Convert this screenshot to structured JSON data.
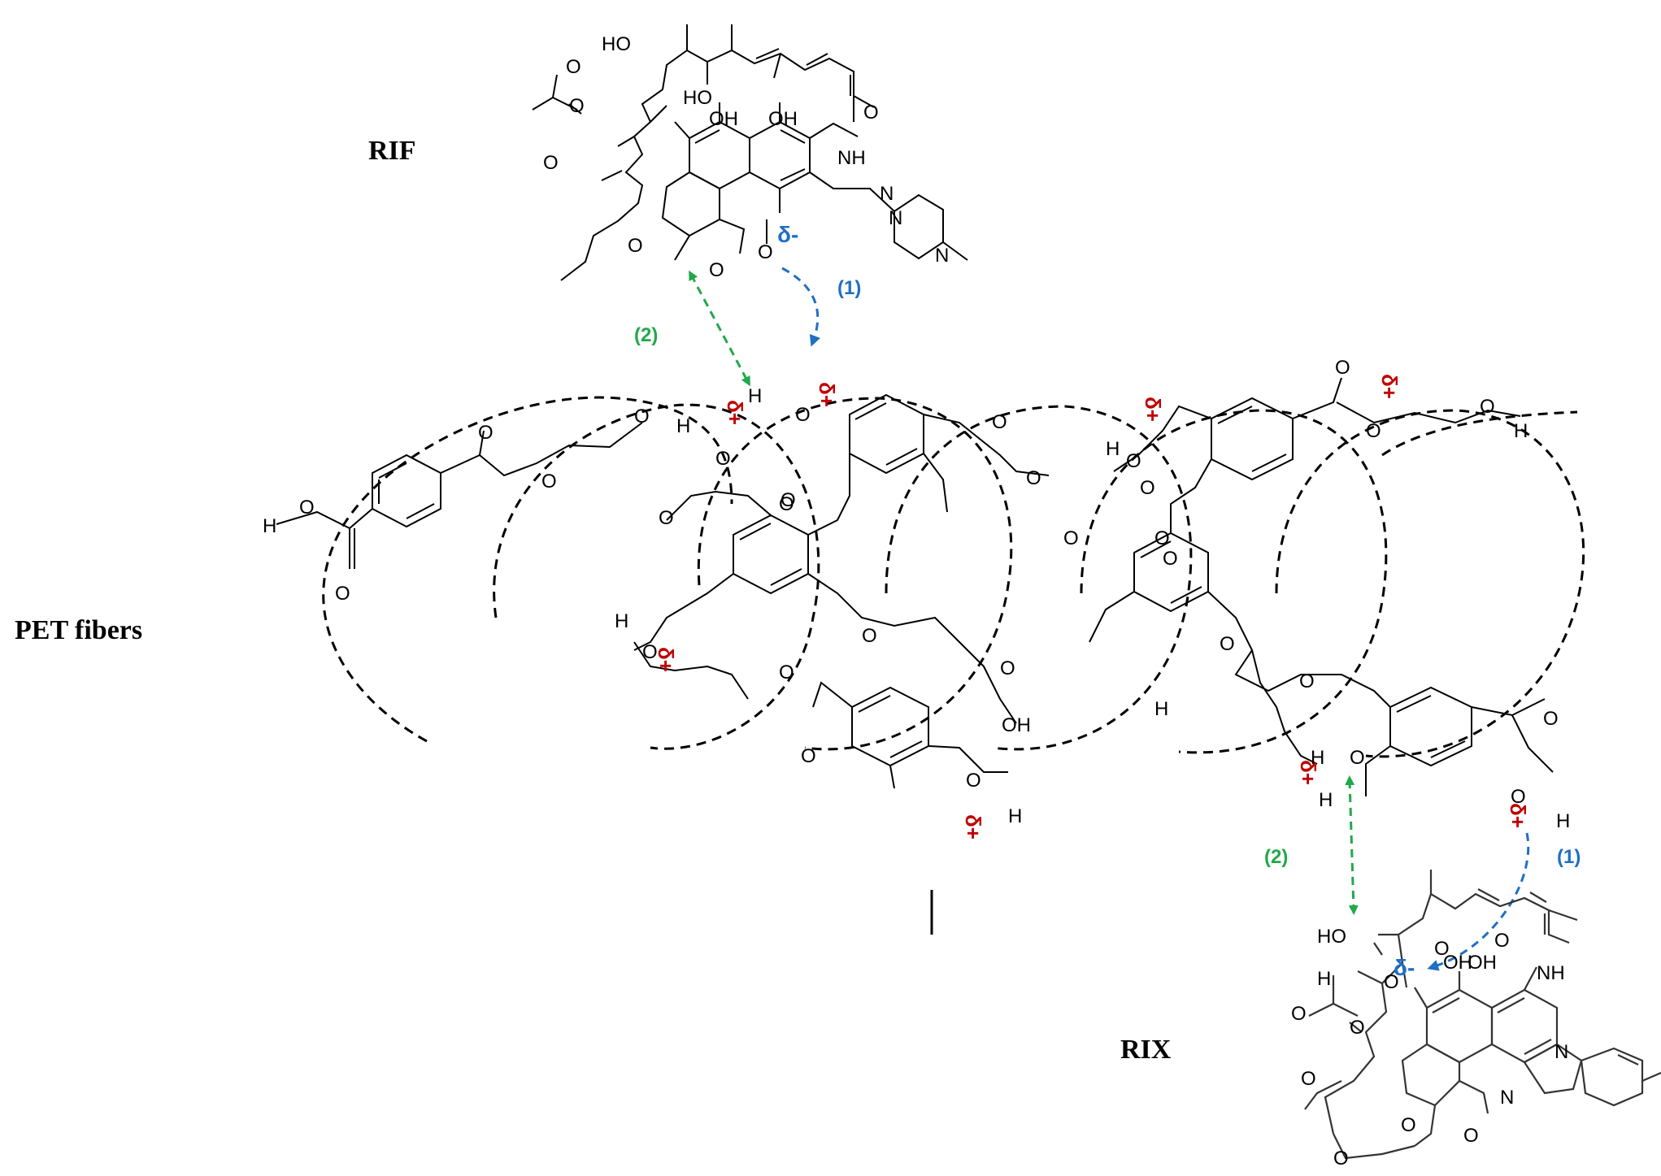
{
  "labels": {
    "rif": "RIF",
    "rix": "RIX",
    "pet": "PET fibers"
  },
  "interactions": {
    "hbond_1": "(1)",
    "hbond_2": "(2)",
    "delta_minus": "δ-",
    "delta_plus": "δ+"
  },
  "atoms": {
    "oxygen": "O",
    "hydrogen": "H",
    "hydroxyl": "OH",
    "hydroxyl_left": "HO",
    "amide": "NH",
    "nitrogen": "N"
  },
  "colors": {
    "delta_plus": "#c00000",
    "delta_minus": "#1f6fc5",
    "interaction_1": "#1f6fc5",
    "interaction_2": "#21a84a"
  }
}
